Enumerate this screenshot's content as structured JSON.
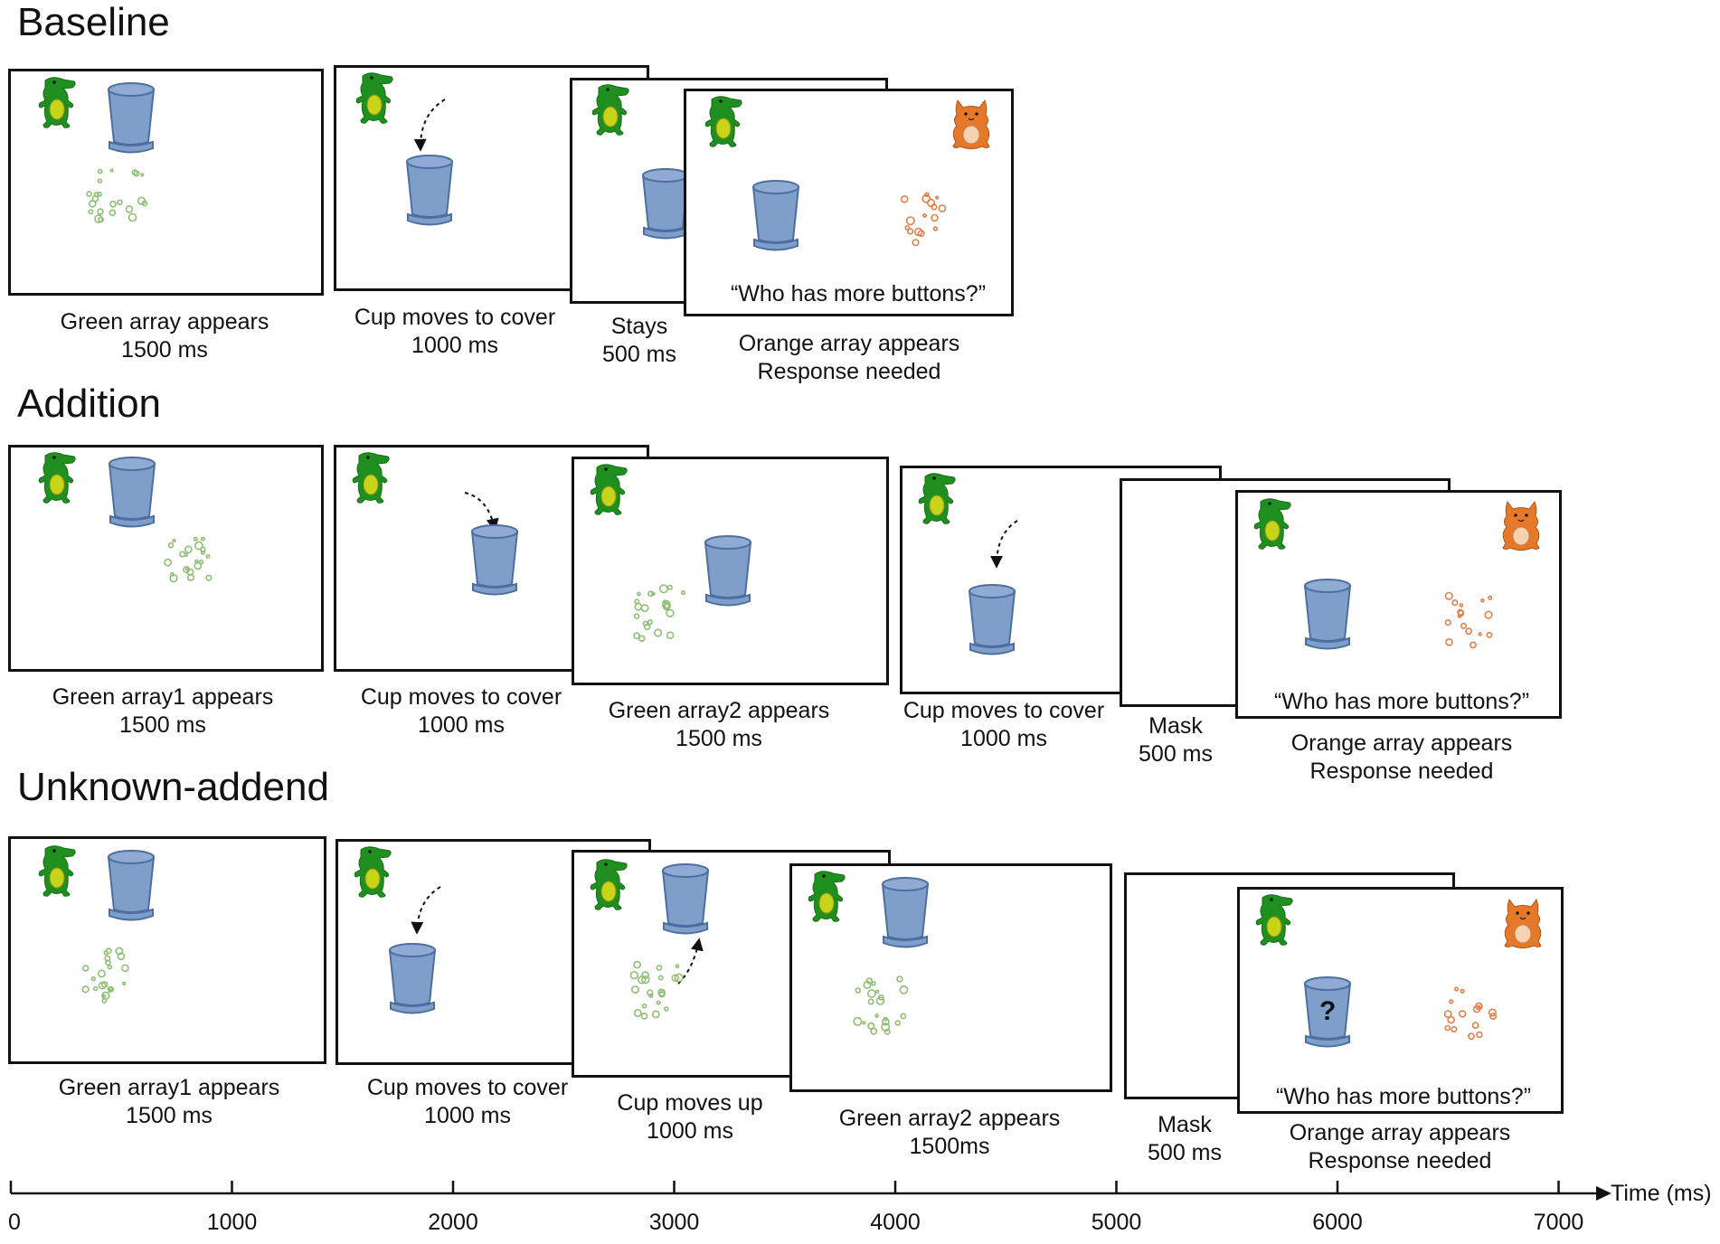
{
  "sections": {
    "baseline": {
      "title": "Baseline",
      "captions": [
        {
          "label": "Green array appears",
          "duration": "1500 ms"
        },
        {
          "label": "Cup moves to cover",
          "duration": "1000 ms"
        },
        {
          "label": "Stays",
          "duration": "500 ms"
        },
        {
          "label": "Orange array appears",
          "duration": "Response needed"
        }
      ],
      "quote": "“Who has more buttons?”"
    },
    "addition": {
      "title": "Addition",
      "captions": [
        {
          "label": "Green array1 appears",
          "duration": "1500 ms"
        },
        {
          "label": "Cup moves to cover",
          "duration": "1000 ms"
        },
        {
          "label": "Green array2 appears",
          "duration": "1500 ms"
        },
        {
          "label": "Cup moves to cover",
          "duration": "1000 ms"
        },
        {
          "label": "Mask",
          "duration": "500 ms"
        },
        {
          "label": "Orange array appears",
          "duration": "Response needed"
        }
      ],
      "quote": "“Who has more buttons?”"
    },
    "unknown": {
      "title": "Unknown-addend",
      "captions": [
        {
          "label": "Green array1 appears",
          "duration": "1500 ms"
        },
        {
          "label": "Cup moves to cover",
          "duration": "1000 ms"
        },
        {
          "label": "Cup moves up",
          "duration": "1000 ms"
        },
        {
          "label": "Green array2 appears",
          "duration": "1500ms"
        },
        {
          "label": "Mask",
          "duration": "500 ms"
        },
        {
          "label": "Orange array appears",
          "duration": "Response needed"
        }
      ],
      "quote": "“Who has more buttons?”",
      "cup_mark": "?"
    }
  },
  "timeline": {
    "ticks": [
      "0",
      "1000",
      "2000",
      "3000",
      "4000",
      "5000",
      "6000",
      "7000"
    ],
    "axis_label": "Time (ms)"
  },
  "colors": {
    "cup": "#7f9fcb",
    "cup_edge": "#4c6f9f",
    "green_dots": "#8fbf75",
    "orange_dots": "#e0804a",
    "crocodile": "#1f8f1f",
    "crocodile_belly": "#c8d41a",
    "cat": "#e6782a"
  },
  "icons": [
    "crocodile-icon",
    "cat-icon",
    "cup-icon",
    "curved-arrow-icon"
  ]
}
